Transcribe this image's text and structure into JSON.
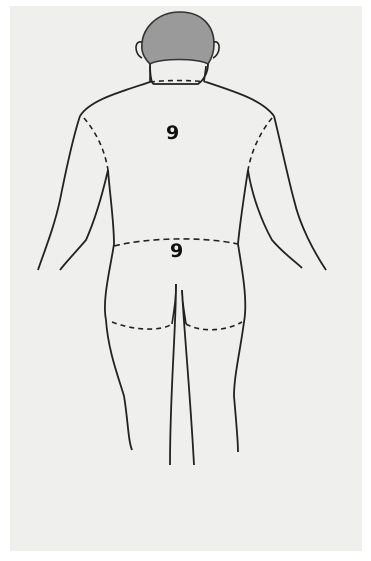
{
  "figure": {
    "regions": [
      {
        "id": "upper-back",
        "label": "9"
      },
      {
        "id": "lower-back-buttocks",
        "label": "9"
      }
    ],
    "colors": {
      "line": "#222222",
      "hair": "#9a9a9a",
      "paper": "#efefed"
    }
  }
}
